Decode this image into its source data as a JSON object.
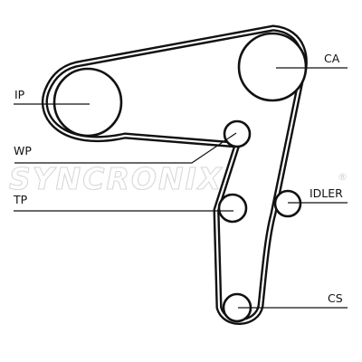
{
  "watermark": {
    "text": "SYNCRONIX",
    "registered": "®"
  },
  "labels": {
    "ip": "IP",
    "ca": "CA",
    "wp": "WP",
    "tp": "TP",
    "idler": "IDLER",
    "cs": "CS"
  },
  "colors": {
    "belt": "#111111",
    "watermark": "#d8d8d8"
  }
}
